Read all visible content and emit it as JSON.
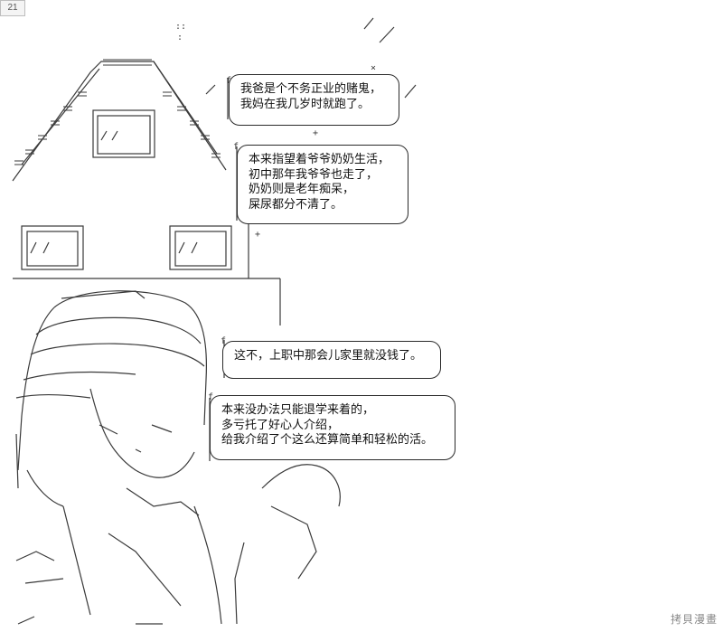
{
  "page_number": "21",
  "watermark": "拷貝漫畫",
  "bubbles": [
    {
      "lines": [
        "我爸是个不务正业的赌鬼，",
        "我妈在我几岁时就跑了。"
      ]
    },
    {
      "lines": [
        "本来指望着爷爷奶奶生活，",
        "初中那年我爷爷也走了，",
        "奶奶则是老年痴呆，",
        "屎尿都分不清了。"
      ]
    },
    {
      "lines": [
        "这不，上职中那会儿家里就没钱了。"
      ]
    },
    {
      "lines": [
        "本来没办法只能退学来着的，",
        "多亏托了好心人介绍，",
        "给我介绍了个这么还算简单和轻松的活。"
      ]
    }
  ]
}
